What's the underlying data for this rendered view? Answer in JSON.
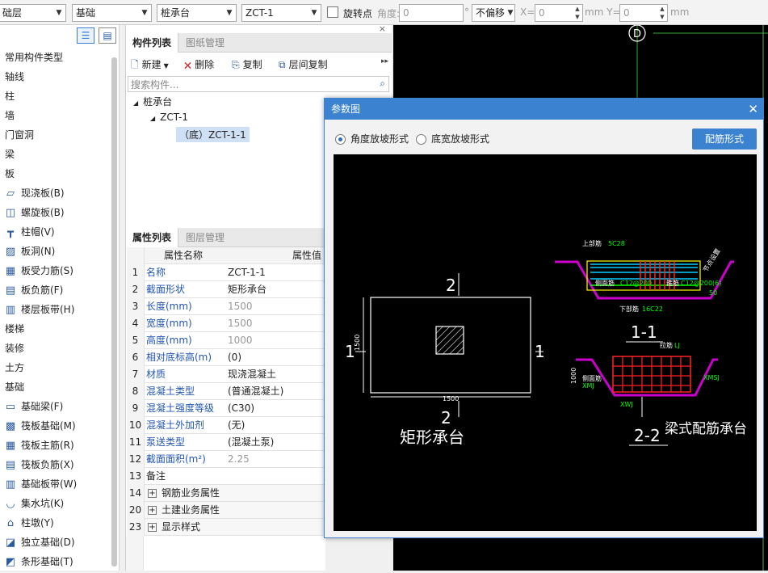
{
  "toolbar": {
    "floor": "础层",
    "category": "基础",
    "component_type": "桩承台",
    "component_name": "ZCT-1",
    "rotate_label": "旋转点",
    "angle_label": "角度:",
    "angle_value": "0",
    "degree_unit": "°",
    "offset_mode": "不偏移",
    "x_label": "X=",
    "x_value": "0",
    "y_label": "mm Y=",
    "y_value": "0",
    "mm_unit": "mm"
  },
  "left_panel": {
    "items": [
      {
        "label": "常用构件类型",
        "type": "cat"
      },
      {
        "label": "轴线",
        "type": "cat"
      },
      {
        "label": "柱",
        "type": "cat"
      },
      {
        "label": "墙",
        "type": "cat"
      },
      {
        "label": "门窗洞",
        "type": "cat"
      },
      {
        "label": "梁",
        "type": "cat"
      },
      {
        "label": "板",
        "type": "cat"
      },
      {
        "label": "现浇板(B)",
        "type": "sub",
        "icon": "slab-icon"
      },
      {
        "label": "螺旋板(B)",
        "type": "sub",
        "icon": "spiral-slab-icon"
      },
      {
        "label": "柱帽(V)",
        "type": "sub",
        "icon": "column-cap-icon"
      },
      {
        "label": "板洞(N)",
        "type": "sub",
        "icon": "slab-hole-icon"
      },
      {
        "label": "板受力筋(S)",
        "type": "sub",
        "icon": "slab-rebar-icon"
      },
      {
        "label": "板负筋(F)",
        "type": "sub",
        "icon": "negative-rebar-icon"
      },
      {
        "label": "楼层板带(H)",
        "type": "sub",
        "icon": "slab-strip-icon"
      },
      {
        "label": "楼梯",
        "type": "cat"
      },
      {
        "label": "装修",
        "type": "cat"
      },
      {
        "label": "土方",
        "type": "cat"
      },
      {
        "label": "基础",
        "type": "cat"
      },
      {
        "label": "基础梁(F)",
        "type": "sub",
        "icon": "foundation-beam-icon"
      },
      {
        "label": "筏板基础(M)",
        "type": "sub",
        "icon": "raft-icon"
      },
      {
        "label": "筏板主筋(R)",
        "type": "sub",
        "icon": "raft-main-rebar-icon"
      },
      {
        "label": "筏板负筋(X)",
        "type": "sub",
        "icon": "raft-negative-rebar-icon"
      },
      {
        "label": "基础板带(W)",
        "type": "sub",
        "icon": "foundation-strip-icon"
      },
      {
        "label": "集水坑(K)",
        "type": "sub",
        "icon": "sump-pit-icon"
      },
      {
        "label": "柱墩(Y)",
        "type": "sub",
        "icon": "column-pier-icon"
      },
      {
        "label": "独立基础(D)",
        "type": "sub",
        "icon": "isolated-footing-icon"
      },
      {
        "label": "条形基础(T)",
        "type": "sub",
        "icon": "strip-footing-icon"
      }
    ]
  },
  "component_panel": {
    "tab_active": "构件列表",
    "tab_inactive": "图纸管理",
    "new_label": "新建",
    "delete_label": "删除",
    "copy_label": "复制",
    "floor_copy_label": "层间复制",
    "search_placeholder": "搜索构件...",
    "tree_root": "桩承台",
    "tree_child": "ZCT-1",
    "tree_leaf": "（底）ZCT-1-1"
  },
  "property_panel": {
    "tab_active": "属性列表",
    "tab_inactive": "图层管理",
    "col_name": "属性名称",
    "col_value": "属性值",
    "rows": [
      {
        "no": "1",
        "name": "名称",
        "value": "ZCT-1-1",
        "dis": false
      },
      {
        "no": "2",
        "name": "截面形状",
        "value": "矩形承台",
        "dis": false
      },
      {
        "no": "3",
        "name": "长度(mm)",
        "value": "1500",
        "dis": true
      },
      {
        "no": "4",
        "name": "宽度(mm)",
        "value": "1500",
        "dis": true
      },
      {
        "no": "5",
        "name": "高度(mm)",
        "value": "1000",
        "dis": true
      },
      {
        "no": "6",
        "name": "相对底标高(m)",
        "value": "(0)",
        "dis": false
      },
      {
        "no": "7",
        "name": "材质",
        "value": "现浇混凝土",
        "dis": false
      },
      {
        "no": "8",
        "name": "混凝土类型",
        "value": "(普通混凝土)",
        "dis": false
      },
      {
        "no": "9",
        "name": "混凝土强度等级",
        "value": "(C30)",
        "dis": false
      },
      {
        "no": "10",
        "name": "混凝土外加剂",
        "value": "(无)",
        "dis": false
      },
      {
        "no": "11",
        "name": "泵送类型",
        "value": "(混凝土泵)",
        "dis": false
      },
      {
        "no": "12",
        "name": "截面面积(m²)",
        "value": "2.25",
        "dis": true
      },
      {
        "no": "13",
        "name": "备注",
        "value": "",
        "dis": false,
        "plain": true
      }
    ],
    "groups": [
      {
        "no": "14",
        "name": "钢筋业务属性"
      },
      {
        "no": "20",
        "name": "土建业务属性"
      },
      {
        "no": "23",
        "name": "显示样式"
      }
    ]
  },
  "cad": {
    "axis_label": "D"
  },
  "dialog": {
    "title": "参数图",
    "radio1": "角度放坡形式",
    "radio2": "底宽放坡形式",
    "rebar_button": "配筋形式",
    "drawing": {
      "sec_num": "2",
      "sec_num_b": "2",
      "side_left": "1",
      "side_right": "1",
      "dim_h": "1500",
      "dim_v": "1500",
      "rect_caption": "矩形承台",
      "top_bar_label": "上部筋",
      "top_bar_val": "5C28",
      "side_bar_label": "侧面筋",
      "side_bar_val": "C12@200",
      "stirrup_label": "箍筋",
      "stirrup_val": "C12@200(6)",
      "bottom_bar_label": "下部筋",
      "bottom_bar_val": "16C22",
      "dim_50": "50",
      "slope_label": "节点设置",
      "sec11": "1-1",
      "sec22": "2-2",
      "lj_label": "拉筋",
      "lj_val": "LJ",
      "xmj_label": "侧面筋",
      "xmj_val": "XMJ",
      "xmsj": "XMSJ",
      "xwj": "XWJ",
      "dim_1000": "1000",
      "beam_caption": "梁式配筋承台"
    }
  }
}
